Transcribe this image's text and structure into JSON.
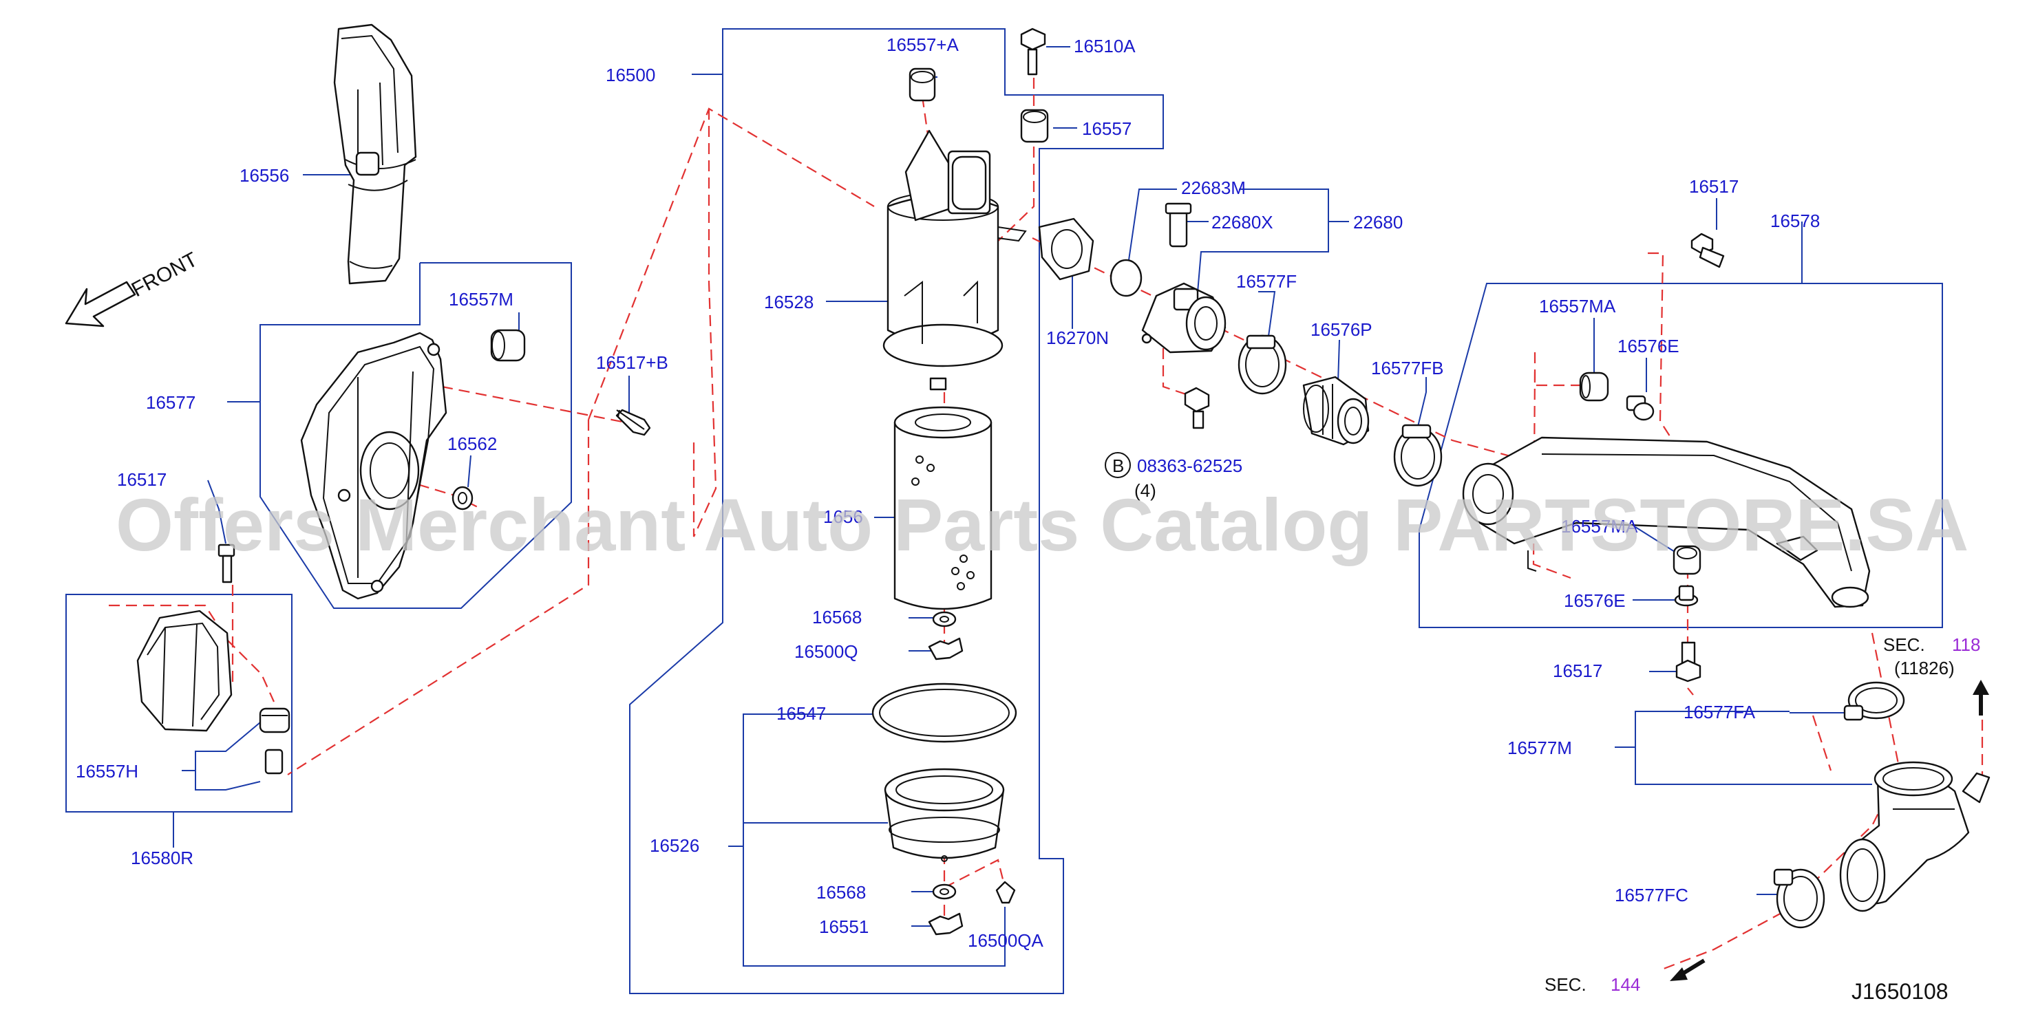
{
  "diagram": {
    "labels": {
      "p16500": "16500",
      "p16556": "16556",
      "p16557A": "16557+A",
      "p16510A": "16510A",
      "p16557": "16557",
      "p22683M": "22683M",
      "p22680X": "22680X",
      "p22680": "22680",
      "p16517_top": "16517",
      "p16578": "16578",
      "p16528": "16528",
      "p16270N": "16270N",
      "p16577F": "16577F",
      "p16576P": "16576P",
      "p16577FB": "16577FB",
      "p16557MA_top": "16557MA",
      "p16576E_top": "16576E",
      "p16557M": "16557M",
      "p16517B": "16517+B",
      "p16577": "16577",
      "p16562": "16562",
      "p08363": "08363-62525",
      "p08363_qty": "(4)",
      "bolt_badge": "B",
      "p16517_left": "16517",
      "p1656_partial": "1656",
      "p16557MA_mid": "16557MA",
      "p16576E_mid": "16576E",
      "p16568_top": "16568",
      "p16500Q": "16500Q",
      "p16517_right": "16517",
      "p16547": "16547",
      "p16577FA": "16577FA",
      "p16577M": "16577M",
      "p16557H": "16557H",
      "p16580R": "16580R",
      "p16526": "16526",
      "p16568_bot": "16568",
      "p16551": "16551",
      "p16500QA": "16500QA",
      "p16577FC": "16577FC",
      "sec118_prefix": "SEC.",
      "sec118_num": "118",
      "sec118_sub": "(11826)",
      "sec144_prefix": "SEC.",
      "sec144_num": "144",
      "diagram_code": "J1650108",
      "front": "FRONT"
    },
    "watermark": "Offers Merchant Auto Parts Catalog PARTSTORE.SA",
    "colors": {
      "callout_text": "#1a1acc",
      "section_ref": "#9a2bd6",
      "leader_line": "#1a3aa8",
      "dashed_line": "#e23232",
      "part_outline": "#111111"
    }
  }
}
